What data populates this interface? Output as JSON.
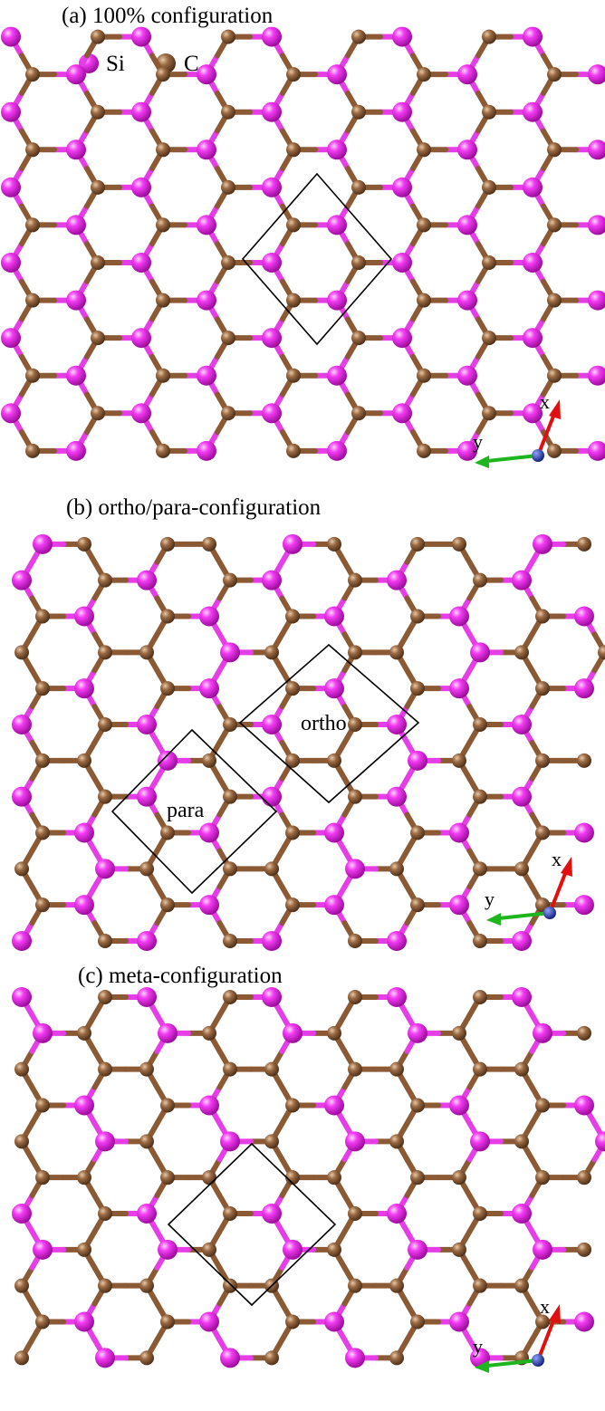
{
  "panels": [
    {
      "id": "a",
      "title": "(a) 100% configuration",
      "pattern": "alternating",
      "cells": [
        {
          "label": ""
        }
      ]
    },
    {
      "id": "b",
      "title": "(b) ortho/para-configuration",
      "pattern": "ortho-para",
      "cells": [
        {
          "label": "ortho"
        },
        {
          "label": "para"
        }
      ]
    },
    {
      "id": "c",
      "title": "(c) meta-configuration",
      "pattern": "meta",
      "cells": [
        {
          "label": ""
        }
      ]
    }
  ],
  "legend": {
    "items": [
      {
        "label": "Si",
        "color": "#e21be2"
      },
      {
        "label": "C",
        "color": "#8b5a35"
      }
    ]
  },
  "axes": {
    "x_label": "x",
    "y_label": "y",
    "x_color": "#e01010",
    "y_color": "#1fb51f",
    "z_color": "#1a2ca8"
  },
  "colors": {
    "si": "#e21be2",
    "c": "#8b5a35",
    "bond_si": "#e63ee6",
    "bond_c": "#8b5a35"
  }
}
